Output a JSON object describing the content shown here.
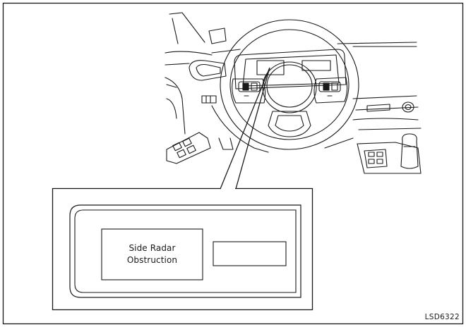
{
  "display": {
    "message_lines": [
      "Side Radar",
      "Obstruction"
    ]
  },
  "figure": {
    "code": "LSD6322"
  },
  "colors": {
    "line": "#1a1a1a",
    "background": "#ffffff"
  }
}
